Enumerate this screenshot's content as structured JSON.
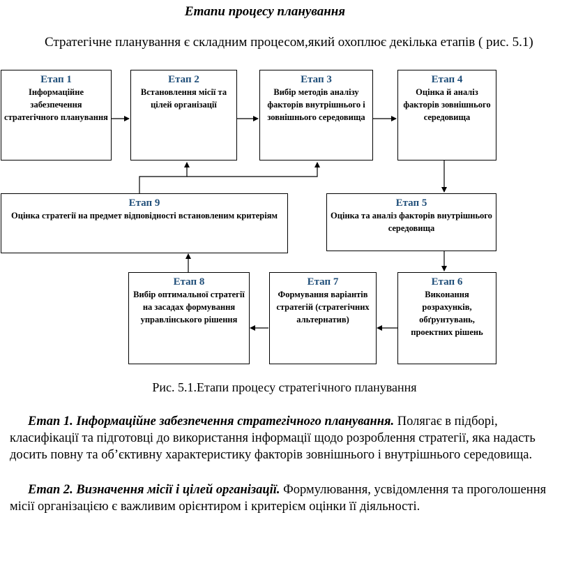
{
  "title": "Етапи процесу планування",
  "intro": "Стратегічне планування є складним процесом,який охоплює декілька етапів ( рис. 5.1)",
  "stages": [
    {
      "label": "Етап 1",
      "text": "Інформаційне забезпечення стратегічного планування"
    },
    {
      "label": "Етап 2",
      "text": "Встановлення місії та цілей організації"
    },
    {
      "label": "Етап 3",
      "text": "Вибір методів аналізу факторів внутрішнього і зовнішнього середовища"
    },
    {
      "label": "Етап 4",
      "text": "Оцінка й аналіз факторів зовнішнього середовища"
    },
    {
      "label": "Етап 5",
      "text": "Оцінка та аналіз факторів внутрішнього середовища"
    },
    {
      "label": "Етап 6",
      "text": "Виконання розрахунків, обґрунтувань, проектних рішень"
    },
    {
      "label": "Етап 7",
      "text": "Формування варіантів стратегій (стратегічних альтернатив)"
    },
    {
      "label": "Етап 8",
      "text": "Вибір оптимальної стратегії на засадах формування управлінського рішення"
    },
    {
      "label": "Етап 9",
      "text": "Оцінка стратегії на предмет відповідності встановленим критеріям"
    }
  ],
  "caption": "Рис. 5.1.Етапи процесу стратегічного планування",
  "paragraphs": [
    {
      "head": "Етап 1. Інформаційне забезпечення стратегічного планування.",
      "body": " Полягає в підборі, класифікації та підготовці до використання інформації щодо розроблення стратегії, яка надасть досить повну та об’єктивну характеристику факторів зовнішнього і внутрішнього середовища."
    },
    {
      "head": "Етап 2. Визначення місії і цілей організації.",
      "body": " Формулювання, усвідомлення та проголошення місії організацією є важливим орієнтиром і критерієм оцінки її діяльності."
    }
  ]
}
